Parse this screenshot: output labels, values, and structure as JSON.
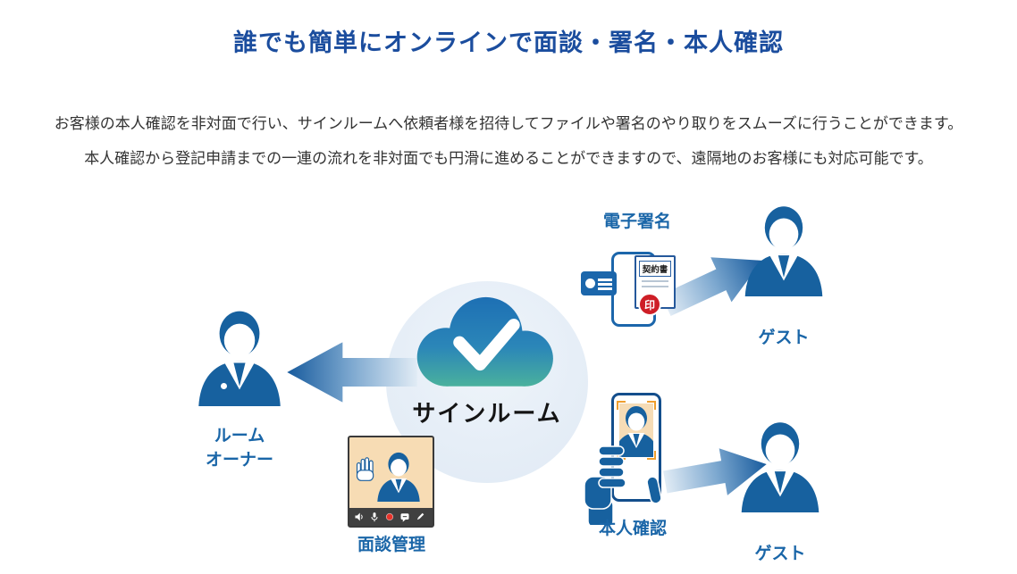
{
  "header": {
    "title": "誰でも簡単にオンラインで面談・署名・本人確認",
    "description_line1": "お客様の本人確認を非対面で行い、サインルームへ依頼者様を招待してファイルや署名のやり取りをスムーズに行うことができます。",
    "description_line2": "本人確認から登記申請までの一連の流れを非対面でも円滑に進めることができますので、遠隔地のお客様にも対応可能です。"
  },
  "diagram": {
    "center": {
      "label": "サインルーム"
    },
    "room_owner": {
      "label_line1": "ルーム",
      "label_line2": "オーナー"
    },
    "esign": {
      "label": "電子署名",
      "contract_title": "契約書",
      "seal_text": "印"
    },
    "guest_top": {
      "label": "ゲスト"
    },
    "identity": {
      "label": "本人確認"
    },
    "guest_bottom": {
      "label": "ゲスト"
    },
    "meeting": {
      "label": "面談管理"
    }
  },
  "colors": {
    "title_blue": "#1b4d9e",
    "label_blue": "#1a66a8",
    "person_blue": "#17619f",
    "cloud_blue": "#1d6fb4",
    "cloud_teal": "#4cb49b",
    "seal_red": "#ce1e26",
    "frame_orange": "#ef9f2e"
  },
  "icons": {
    "cloud_check_icon": "blue-teal cloud with white checkmark",
    "id_card_icon": "id card",
    "stamp_seal_icon": "red circular seal",
    "speaker_icon": "speaker",
    "mic_icon": "microphone",
    "record_icon": "red record dot",
    "chat_icon": "chat bubble with dash",
    "pen_icon": "pen",
    "waving_hand_icon": "waving hand",
    "holding_hand_icon": "hand holding smartphone"
  }
}
